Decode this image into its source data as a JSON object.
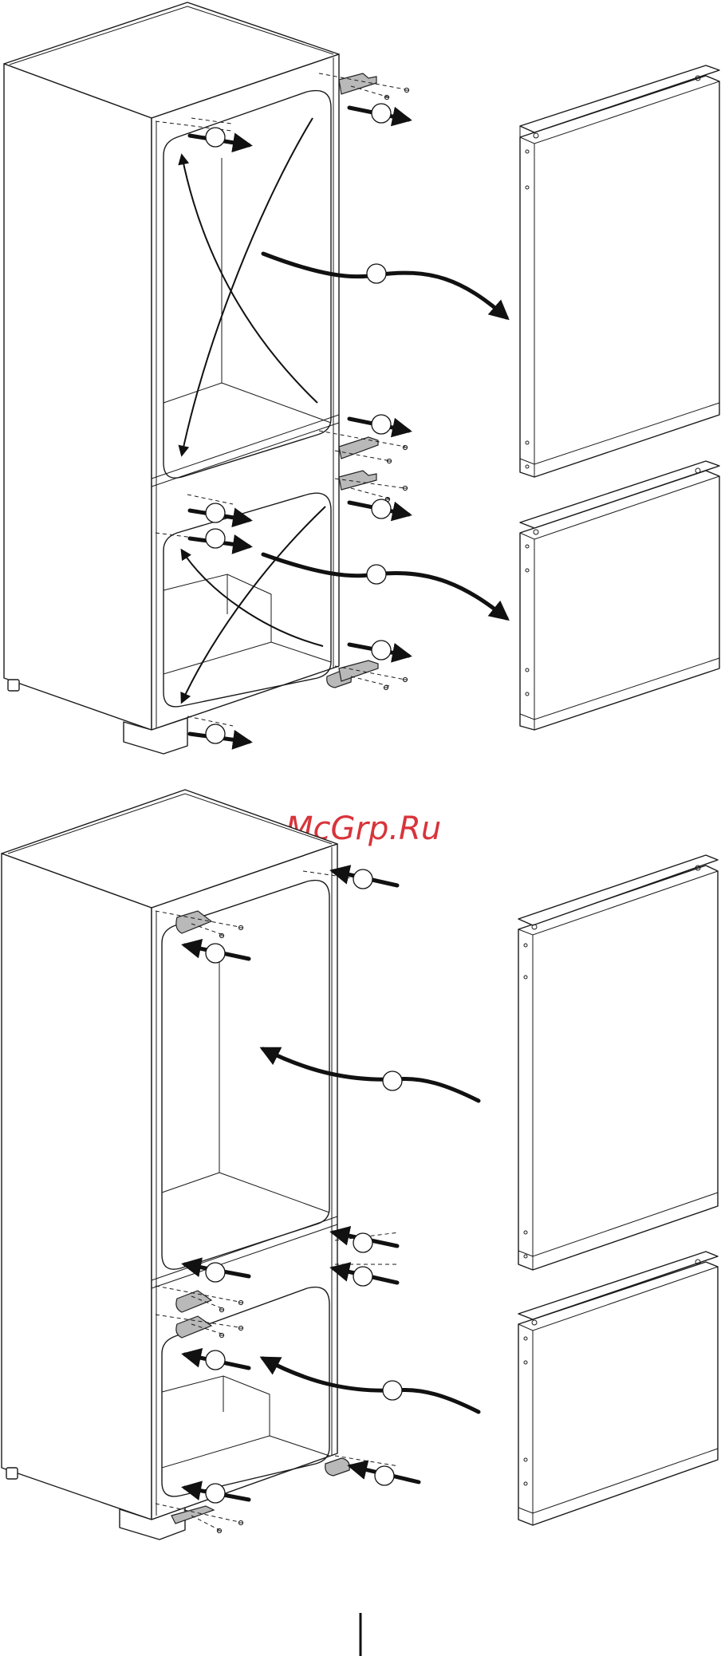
{
  "watermark": {
    "text": "McGrp.Ru",
    "color": "#d8343a"
  },
  "figure": {
    "callout_labels": [],
    "panels": [
      "door-reversal-before",
      "door-reversal-after"
    ]
  },
  "colors": {
    "line": "#1a1a1a",
    "hinge_fill": "#b9b9b9",
    "background": "#ffffff"
  },
  "icons": [
    "arrow-icon",
    "screw-icon",
    "hinge-icon",
    "foot-icon"
  ]
}
